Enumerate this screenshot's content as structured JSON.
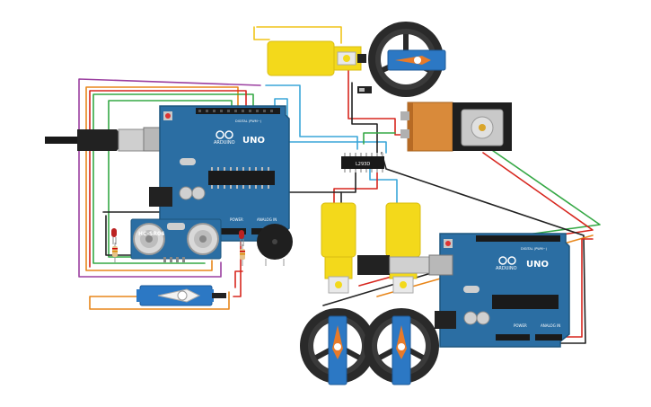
{
  "arduino_1": {
    "brand": "ARDUINO",
    "model": "UNO",
    "header_digital": "DIGITAL (PWM~)",
    "header_power": "POWER",
    "header_analog": "ANALOG IN"
  },
  "arduino_2": {
    "brand": "ARDUINO",
    "model": "UNO",
    "header_digital": "DIGITAL (PWM~)",
    "header_power": "POWER",
    "header_analog": "ANALOG IN"
  },
  "ultrasonic": {
    "label": "HC-SR04"
  },
  "driver_ic": {
    "label": "L293D"
  },
  "colors": {
    "board": "#2b6ea3",
    "board_edge": "#1d567f",
    "motor_yellow": "#f3d91b",
    "wire_red": "#d7261e",
    "wire_black": "#222222",
    "wire_green": "#35a845",
    "wire_orange": "#e8861a",
    "wire_purple": "#9b3fa0",
    "wire_blue": "#3aa6d8",
    "wire_yellow": "#f0c419",
    "servo_blue": "#2c78c4",
    "wheel_dark": "#2a2a2a"
  }
}
